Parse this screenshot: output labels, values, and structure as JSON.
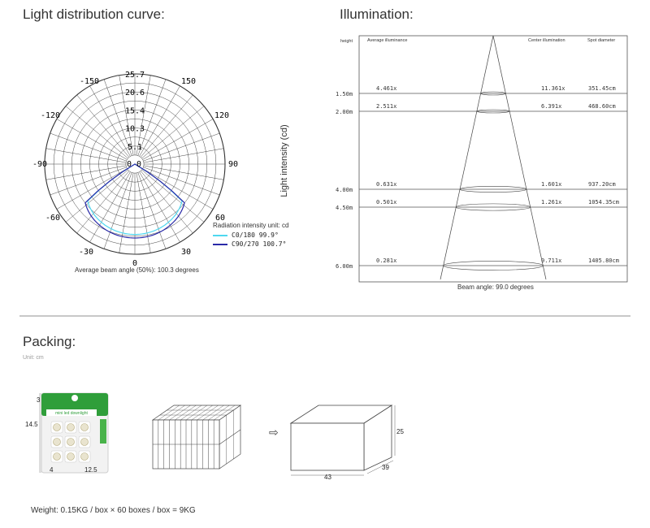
{
  "polar": {
    "title": "Light distribution curve:",
    "ring_values": [
      "5.1",
      "10.3",
      "15.4",
      "20.6",
      "25.7"
    ],
    "angle_labels": [
      "-150",
      "150",
      "-120",
      "120",
      "-90",
      "90",
      "-60",
      "60",
      "-30",
      "30",
      "0"
    ],
    "center_labels": [
      "0",
      "0"
    ],
    "axis_label": "Light intensity (cd)",
    "unit_label": "Radiation intensity unit: cd",
    "legend": [
      {
        "label": "C0/180 99.9°",
        "color": "#4fd8f0"
      },
      {
        "label": "C90/270 100.7°",
        "color": "#2a2aa8"
      }
    ],
    "beam_note": "Average beam angle (50%): 100.3 degrees"
  },
  "illumination": {
    "title": "Illumination:",
    "headers": {
      "height": "height",
      "avg": "Average illuminance",
      "center": "Center illumination",
      "spot": "Spot diameter"
    },
    "rows": [
      {
        "height": "1.50m",
        "avg": "4.461x",
        "center": "11.361x",
        "spot": "351.45cm"
      },
      {
        "height": "2.00m",
        "avg": "2.511x",
        "center": "6.391x",
        "spot": "468.60cm"
      },
      {
        "height": "4.00m",
        "avg": "0.631x",
        "center": "1.601x",
        "spot": "937.20cm"
      },
      {
        "height": "4.50m",
        "avg": "0.501x",
        "center": "1.261x",
        "spot": "1054.35cm"
      },
      {
        "height": "6.00m",
        "avg": "0.281x",
        "center": "0.711x",
        "spot": "1405.80cm"
      }
    ],
    "beam_note": "Beam angle: 99.0 degrees"
  },
  "packing": {
    "title": "Packing:",
    "unit": "Unit: cm",
    "item_dims": {
      "thickness": "3",
      "height": "14.5",
      "depth": "4",
      "width": "12.5"
    },
    "package_text": {
      "brand": "mini led downlight"
    },
    "carton_dims": {
      "height": "25",
      "width": "43",
      "depth": "39"
    },
    "arrow": "⇨",
    "weight": "Weight: 0.15KG / box × 60 boxes / box = 9KG"
  }
}
